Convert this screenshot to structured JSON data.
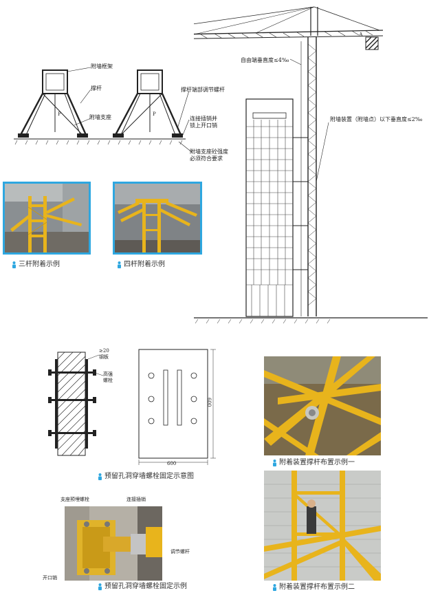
{
  "brace_diagram": {
    "label_frame": "附墙框架",
    "label_rod": "撑杆",
    "label_rod_adjust": "撑杆端部调节螺杆",
    "label_support": "附墙支座",
    "label_pin": "连接插销并",
    "label_pin2": "锁上开口销",
    "label_strength": "附墙支座砼强度",
    "label_strength2": "必须符合要求",
    "label_p1": "P",
    "label_p2": "P"
  },
  "crane_diagram": {
    "label_free_vertical": "自由端垂直度≤4‰",
    "label_attach_vertical": "附墙装置（附墙点）以下垂直度≤2‰",
    "label_hook_letter": "A"
  },
  "captions": {
    "three_rod": "三杆附着示例",
    "four_rod": "四杆附着示例",
    "bolt_schematic": "预留孔洞穿墙螺栓固定示意图",
    "bolt_example": "预留孔洞穿墙螺栓固定示例",
    "layout_one": "附着装置撑杆布置示例一",
    "layout_two": "附着装置撑杆布置示例二"
  },
  "bolt_diagram": {
    "label_thickness": "≥20",
    "label_plate": "钢板",
    "label_high": "高强",
    "label_bolt": "螺栓",
    "dim_width": "600",
    "dim_height": "600"
  },
  "bolt_photo": {
    "label_embedded": "支座预埋螺栓",
    "label_pin": "连接插销",
    "label_adjust": "调节螺杆",
    "label_cotter": "开口销"
  },
  "colors": {
    "accent_blue": "#2ea7e0",
    "crane_yellow": "#e8b41c",
    "line_dark": "#222222"
  }
}
